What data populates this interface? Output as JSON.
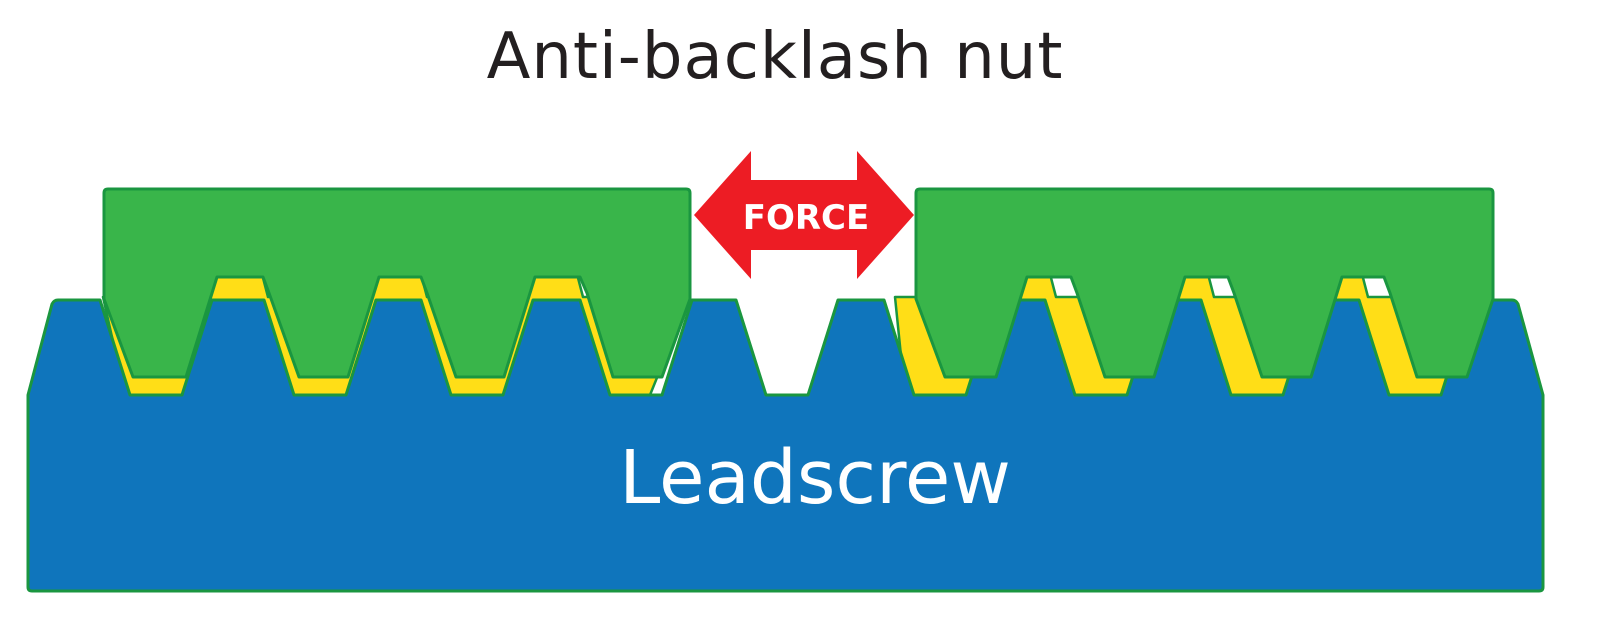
{
  "title": "Anti-backlash nut",
  "labels": {
    "leadscrew": "Leadscrew",
    "force": "FORCE"
  },
  "colors": {
    "leadscrew_fill": "#0f75bc",
    "outline": "#1a9640",
    "nut_fill": "#39b54a",
    "gap_fill": "#ffde17",
    "force_arrow": "#ed1c24",
    "title_text": "#231f20"
  }
}
